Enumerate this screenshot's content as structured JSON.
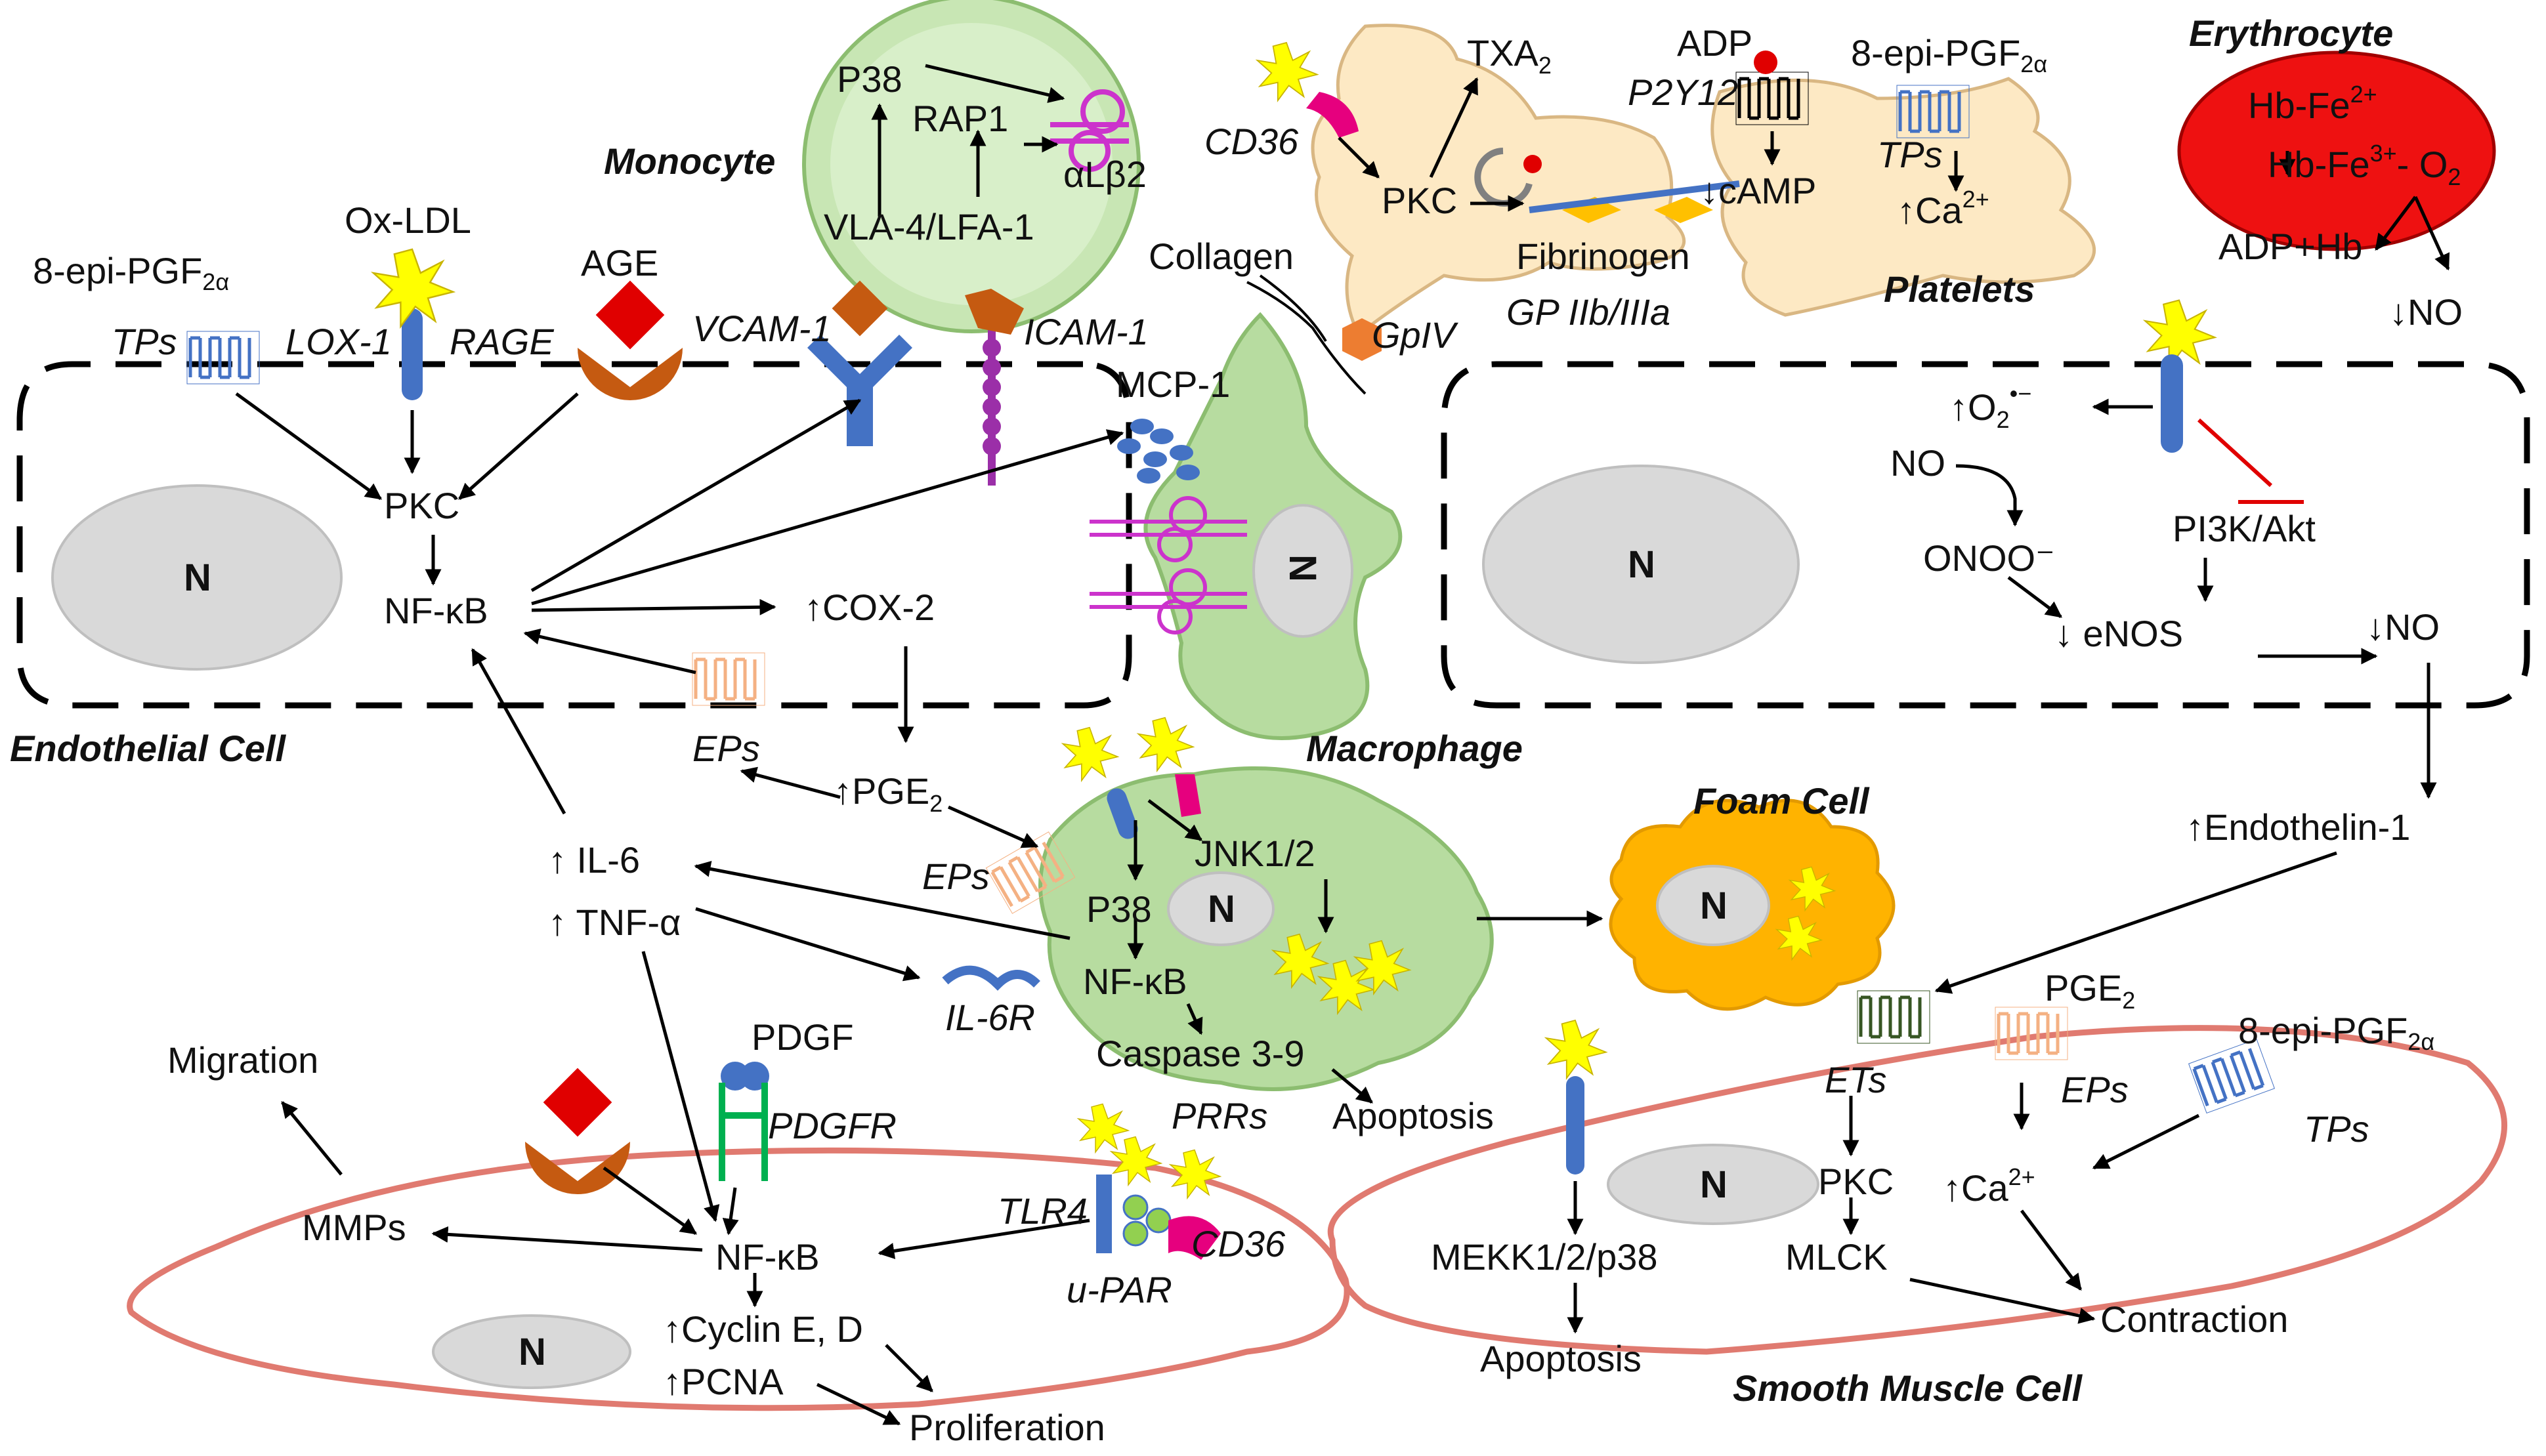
{
  "labels": {
    "endo_tps_ligand": "8-epi-PGF",
    "alpha_sub": "2α",
    "oxldl": "Ox-LDL",
    "age": "AGE",
    "tps1": "TPs",
    "lox1": "LOX-1",
    "rage": "RAGE",
    "vcam": "VCAM-1",
    "icam": "ICAM-1",
    "mono_p38": "P38",
    "mono_rap1": "RAP1",
    "mono_alb2": "αLβ2",
    "mono_vla": "VLA-4/LFA-1",
    "monocyte": "Monocyte",
    "collagen": "Collagen",
    "gpiv": "GpIV",
    "mcp1": "MCP-1",
    "cd36_plt": "CD36",
    "txa": "TXA",
    "two": "2",
    "pkc": "PKC",
    "fibrinogen": "Fibrinogen",
    "gp2b3a": "GP IIb/IIIa",
    "adp": "ADP",
    "p2y12": "P2Y12",
    "camp": "↓cAMP",
    "plt_tps_ligand": "8-epi-PGF",
    "tps_plt": "TPs",
    "up_ca": "↑Ca",
    "ca_sup": "2+",
    "platelets": "Platelets",
    "erythrocyte": "Erythrocyte",
    "hb_fe2": "Hb-Fe",
    "hb_fe3": "Hb-Fe",
    "three_plus": "3+",
    "o2_tail": "- O",
    "adp_hb": "ADP+Hb",
    "down_no": "↓NO",
    "endo_pkc": "PKC",
    "endo_nfkb": "NF-κB",
    "cox2": "↑COX-2",
    "eps1": "EPs",
    "endothelial": "Endothelial Cell",
    "macrophage": "Macrophage",
    "up_o2": "↑O",
    "superox": "•−",
    "no": "NO",
    "onoo": "ONOO⁻",
    "pi3k": "PI3K/Akt",
    "enos": "↓ eNOS",
    "down_no2": "↓NO",
    "up_pge": "↑PGE",
    "eps2": "EPs",
    "il6": "↑ IL-6",
    "tnfa": "↑ TNF-α",
    "il6r": "IL-6R",
    "mac_p38": "P38",
    "mac_nfkb": "NF-κB",
    "jnk": "JNK1/2",
    "caspase": "Caspase 3-9",
    "apoptosis1": "Apoptosis",
    "foam": "Foam Cell",
    "et1": "↑Endothelin-1",
    "migration": "Migration",
    "pdgf": "PDGF",
    "pdgfr": "PDGFR",
    "mmps": "MMPs",
    "smc_nfkb": "NF-κB",
    "tlr4": "TLR4",
    "prrs": "PRRs",
    "cd36_smc": "CD36",
    "upar": "u-PAR",
    "cyclin": "↑Cyclin E, D",
    "pcna": "↑PCNA",
    "prolif": "Proliferation",
    "ets": "ETs",
    "pge2_smc": "PGE",
    "eps_smc": "EPs",
    "smc_tps_ligand": "8-epi-PGF",
    "tps_smc": "TPs",
    "mekk": "MEKK1/2/p38",
    "apoptosis2": "Apoptosis",
    "smc_pkc": "PKC",
    "mlck": "MLCK",
    "up_ca_smc": "↑Ca",
    "contraction": "Contraction",
    "smooth_muscle": "Smooth Muscle Cell",
    "nucleus": "N"
  },
  "colors": {
    "ros_star": "#ffff00",
    "monocyte_fill": "#c8e6b4",
    "macrophage_fill": "#b7dca0",
    "platelet_fill": "#fde9c4",
    "erythrocyte_fill": "#ee1111",
    "foam_fill": "#ffb300",
    "nucleus_fill": "#d9d9d9",
    "membrane_red": "#e07a70",
    "receptor_blue": "#4472c4",
    "age_brown": "#c55a11",
    "receptor_orange": "#f4b183",
    "integrin_pink": "#cc33cc"
  }
}
